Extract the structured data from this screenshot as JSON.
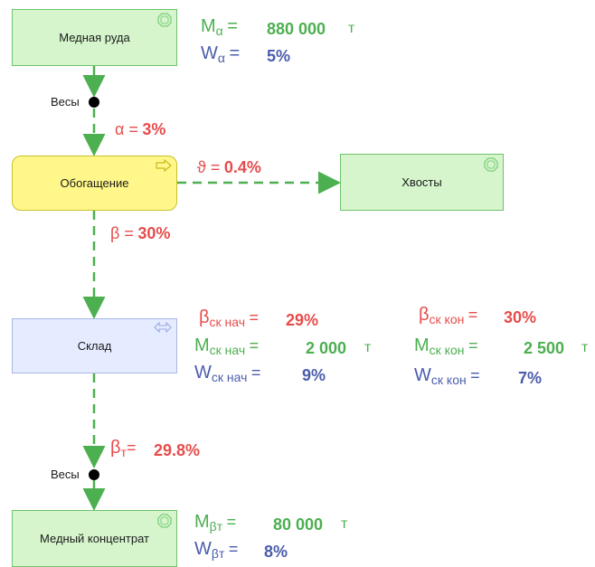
{
  "nodes": {
    "ore": "Медная руда",
    "enrichment": "Обогащение",
    "tailings": "Хвосты",
    "warehouse": "Склад",
    "concentrate": "Медный концентрат"
  },
  "scales": {
    "top": "Весы",
    "bottom": "Весы"
  },
  "ore_params": {
    "m_sym": "M",
    "m_sub": "α",
    "m_eq": "=",
    "m_val": "880 000",
    "m_unit": "т",
    "w_sym": "W",
    "w_sub": "α",
    "w_eq": "=",
    "w_val": "5%"
  },
  "alpha": {
    "sym": "α =",
    "val": "3%"
  },
  "theta": {
    "sym": "ϑ =",
    "val": "0.4%"
  },
  "beta": {
    "sym": "β =",
    "val": "30%"
  },
  "warehouse_start": {
    "b_sym": "β",
    "b_sub": "ск нач",
    "b_eq": "=",
    "b_val": "29%",
    "m_sym": "M",
    "m_sub": "ск нач",
    "m_eq": "=",
    "m_val": "2 000",
    "m_unit": "т",
    "w_sym": "W",
    "w_sub": "ск нач",
    "w_eq": "=",
    "w_val": "9%"
  },
  "warehouse_end": {
    "b_sym": "β",
    "b_sub": "ск кон",
    "b_eq": "=",
    "b_val": "30%",
    "m_sym": "M",
    "m_sub": "ск кон",
    "m_eq": "=",
    "m_val": "2 500",
    "m_unit": "т",
    "w_sym": "W",
    "w_sub": "ск кон",
    "w_eq": "=",
    "w_val": "7%"
  },
  "beta_t": {
    "sym": "β",
    "sub": "т",
    "eq": "=",
    "val": "29.8%"
  },
  "concentrate_params": {
    "m_sym": "M",
    "m_sub": "βт",
    "m_eq": "=",
    "m_val": "80 000",
    "m_unit": "т",
    "w_sym": "W",
    "w_sub": "βт",
    "w_eq": "=",
    "w_val": "8%"
  },
  "colors": {
    "green": "#4caf50",
    "red": "#e74c4c",
    "blue": "#4a5dab",
    "flow": "#4caf50"
  },
  "icons": [
    "octagon-icon",
    "arrow-right-icon",
    "double-arrow-icon"
  ]
}
